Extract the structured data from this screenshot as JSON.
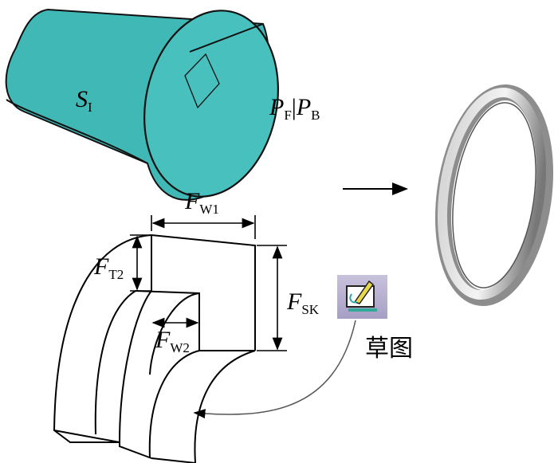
{
  "labels": {
    "surface": {
      "main": "S",
      "sub": "I"
    },
    "plane_f": {
      "main": "P",
      "sub": "F"
    },
    "separator": "|",
    "plane_b": {
      "main": "P",
      "sub": "B"
    },
    "fw1": {
      "main": "F",
      "sub": "W1"
    },
    "ft2": {
      "main": "F",
      "sub": "T2"
    },
    "fsk": {
      "main": "F",
      "sub": "SK"
    },
    "fw2": {
      "main": "F",
      "sub": "W2"
    },
    "sketch": "草图"
  },
  "colors": {
    "surface": "#3fb8b6",
    "ring": "#9a9a9a"
  },
  "icons": {
    "sketch": "sketch-icon"
  }
}
